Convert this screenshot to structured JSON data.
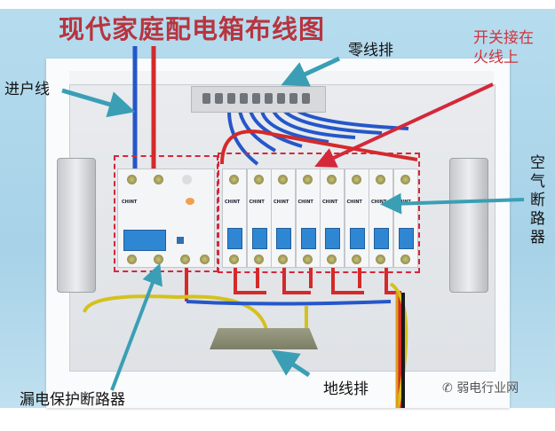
{
  "title": "现代家庭配电箱布线图",
  "labels": {
    "incoming_line": "进户线",
    "neutral_bar": "零线排",
    "switch_note_line1": "开关接在",
    "switch_note_line2": "火线上",
    "air_breaker": [
      "空",
      "气",
      "断",
      "路",
      "器"
    ],
    "rcd_breaker": "漏电保护断路器",
    "ground_bar": "地线排"
  },
  "breaker_brand": "CHINT",
  "breaker_count": 8,
  "watermark": "弱电行业网",
  "colors": {
    "title": "#b8343f",
    "annotation_red": "#d0343f",
    "arrow_teal": "#3a9fb5",
    "live_wire": "#d42a2a",
    "neutral_wire": "#2557c9"
  }
}
